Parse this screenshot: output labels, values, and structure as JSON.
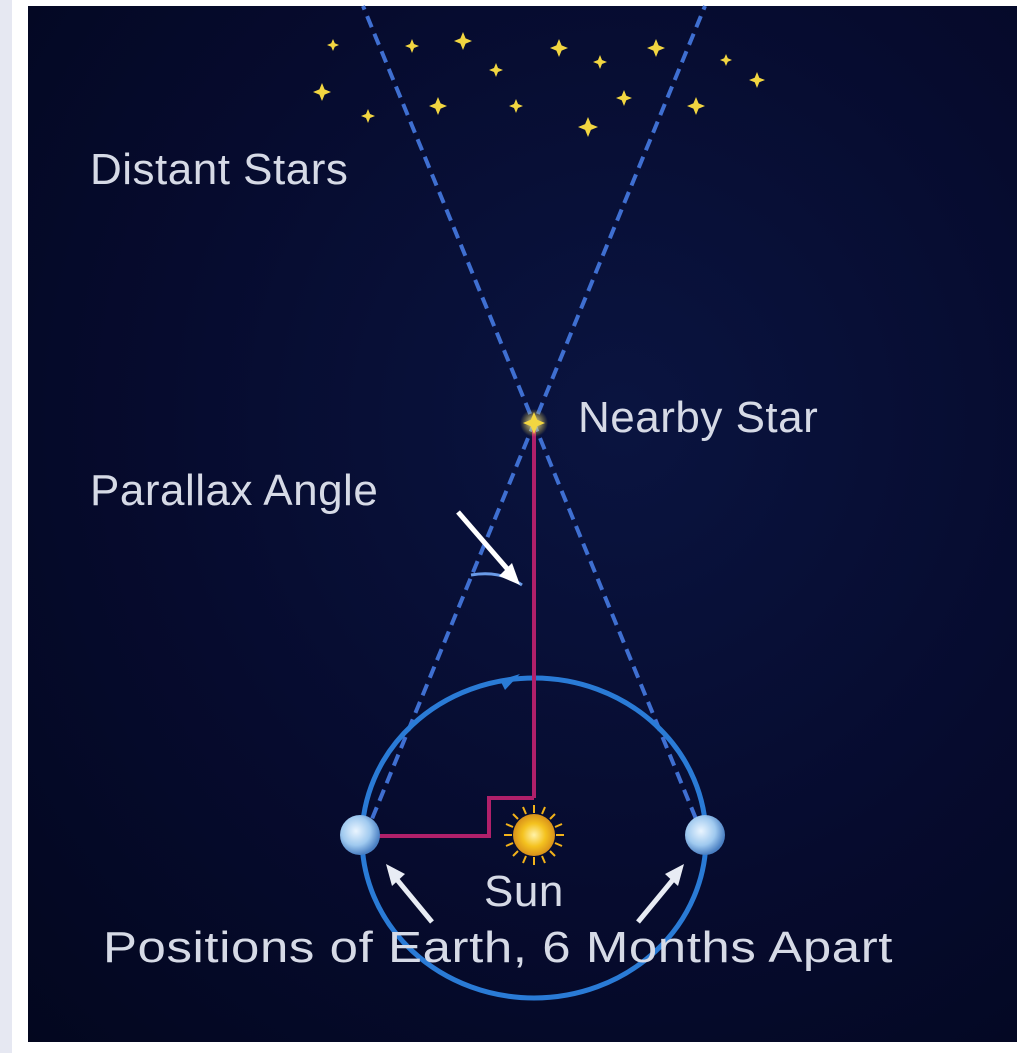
{
  "labels": {
    "distant_stars": "Distant Stars",
    "nearby_star": "Nearby Star",
    "parallax_angle": "Parallax Angle",
    "sun": "Sun",
    "earth_positions": "Positions of Earth, 6 Months Apart"
  },
  "colors": {
    "background": "#060b2e",
    "sight_lines": "#3f6fd1",
    "orbit": "#2a7bd6",
    "baseline": "#b0206a",
    "star": "#f2d641",
    "sun": "#f4c21f",
    "earth": "#9fc9ef",
    "text": "#d6dae6"
  }
}
